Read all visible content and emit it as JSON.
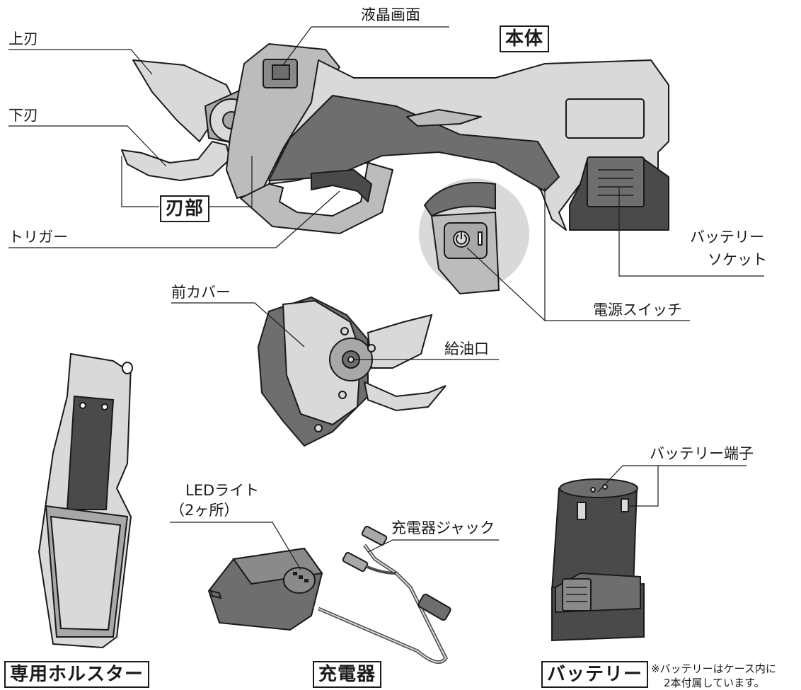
{
  "labels": {
    "upper_blade": "上刃",
    "lcd_screen": "液晶画面",
    "lower_blade": "下刃",
    "trigger": "トリガー",
    "battery_socket_line1": "バッテリー",
    "battery_socket_line2": "ソケット",
    "power_switch": "電源スイッチ",
    "front_cover": "前カバー",
    "oil_port": "給油口",
    "battery_terminal": "バッテリー端子",
    "led_light_line1": "LEDライト",
    "led_light_line2": "（2ヶ所）",
    "charger_jack": "充電器ジャック"
  },
  "section_titles": {
    "main_body": "本体",
    "blade_part": "刃部",
    "holster": "専用ホルスター",
    "charger": "充電器",
    "battery": "バッテリー"
  },
  "notes": {
    "battery_note_line1": "※バッテリーはケース内に",
    "battery_note_line2": "2本付属しています。"
  },
  "colors": {
    "outline": "#1a1a1a",
    "light_gray": "#d9d9d9",
    "mid_gray": "#a8a8a8",
    "dark_gray": "#6e6e6e",
    "charcoal": "#4a4a4a"
  }
}
